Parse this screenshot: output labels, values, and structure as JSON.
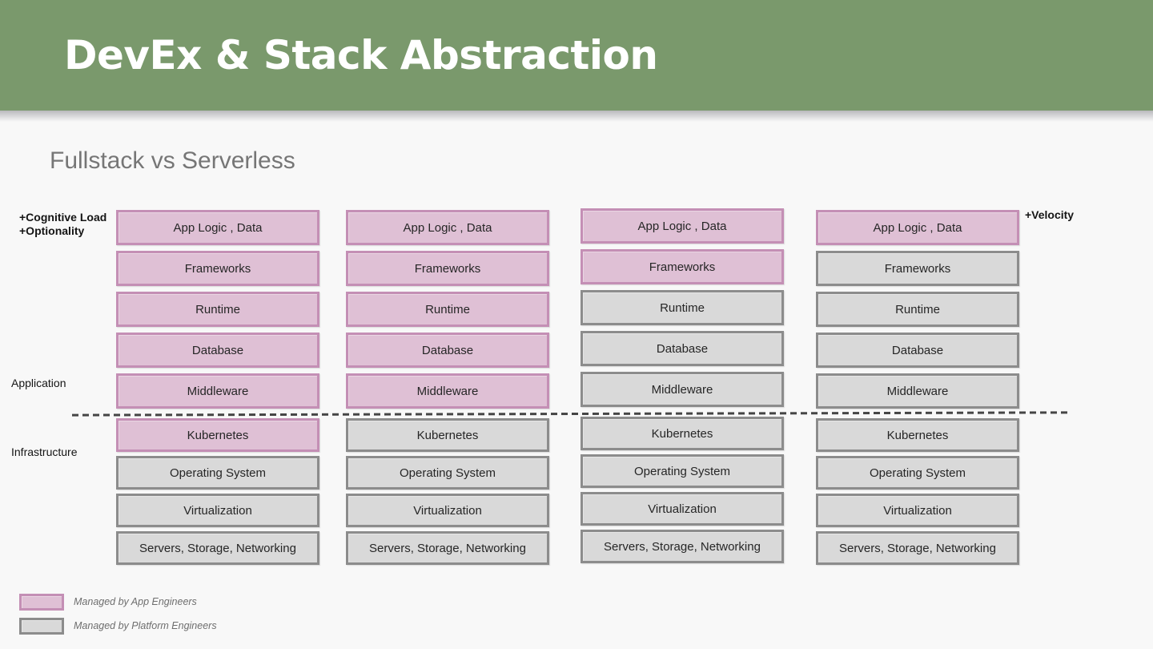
{
  "colors": {
    "header_bg": "#7a996c",
    "background": "#f8f8f8",
    "app_fill": "#dfc0d5",
    "app_border": "#c48fb5",
    "platform_fill": "#d9d9d9",
    "platform_border": "#8c8c8c",
    "title_text": "#ffffff",
    "subtitle_text": "#767676",
    "divider": "#454545"
  },
  "header": {
    "title": "DevEx & Stack Abstraction"
  },
  "subtitle": "Fullstack vs Serverless",
  "annotations": {
    "cognitive_load": "+Cognitive Load",
    "optionality": "+Optionality",
    "application": "Application",
    "infrastructure": "Infrastructure",
    "velocity": "+Velocity"
  },
  "stack_columns": [
    {
      "application": [
        {
          "label": "App Logic , Data",
          "managed_by": "app"
        },
        {
          "label": "Frameworks",
          "managed_by": "app"
        },
        {
          "label": "Runtime",
          "managed_by": "app"
        },
        {
          "label": "Database",
          "managed_by": "app"
        },
        {
          "label": "Middleware",
          "managed_by": "app"
        }
      ],
      "infrastructure": [
        {
          "label": "Kubernetes",
          "managed_by": "app"
        },
        {
          "label": "Operating System",
          "managed_by": "platform"
        },
        {
          "label": "Virtualization",
          "managed_by": "platform"
        },
        {
          "label": "Servers, Storage, Networking",
          "managed_by": "platform"
        }
      ]
    },
    {
      "application": [
        {
          "label": "App Logic , Data",
          "managed_by": "app"
        },
        {
          "label": "Frameworks",
          "managed_by": "app"
        },
        {
          "label": "Runtime",
          "managed_by": "app"
        },
        {
          "label": "Database",
          "managed_by": "app"
        },
        {
          "label": "Middleware",
          "managed_by": "app"
        }
      ],
      "infrastructure": [
        {
          "label": "Kubernetes",
          "managed_by": "platform"
        },
        {
          "label": "Operating System",
          "managed_by": "platform"
        },
        {
          "label": "Virtualization",
          "managed_by": "platform"
        },
        {
          "label": "Servers, Storage, Networking",
          "managed_by": "platform"
        }
      ]
    },
    {
      "application": [
        {
          "label": "App Logic , Data",
          "managed_by": "app"
        },
        {
          "label": "Frameworks",
          "managed_by": "app"
        },
        {
          "label": "Runtime",
          "managed_by": "platform"
        },
        {
          "label": "Database",
          "managed_by": "platform"
        },
        {
          "label": "Middleware",
          "managed_by": "platform"
        }
      ],
      "infrastructure": [
        {
          "label": "Kubernetes",
          "managed_by": "platform"
        },
        {
          "label": "Operating System",
          "managed_by": "platform"
        },
        {
          "label": "Virtualization",
          "managed_by": "platform"
        },
        {
          "label": "Servers, Storage, Networking",
          "managed_by": "platform"
        }
      ]
    },
    {
      "application": [
        {
          "label": "App Logic , Data",
          "managed_by": "app"
        },
        {
          "label": "Frameworks",
          "managed_by": "platform"
        },
        {
          "label": "Runtime",
          "managed_by": "platform"
        },
        {
          "label": "Database",
          "managed_by": "platform"
        },
        {
          "label": "Middleware",
          "managed_by": "platform"
        }
      ],
      "infrastructure": [
        {
          "label": "Kubernetes",
          "managed_by": "platform"
        },
        {
          "label": "Operating System",
          "managed_by": "platform"
        },
        {
          "label": "Virtualization",
          "managed_by": "platform"
        },
        {
          "label": "Servers, Storage, Networking",
          "managed_by": "platform"
        }
      ]
    }
  ],
  "legend": [
    {
      "type": "app",
      "label": "Managed by App Engineers"
    },
    {
      "type": "platform",
      "label": "Managed by Platform Engineers"
    }
  ]
}
